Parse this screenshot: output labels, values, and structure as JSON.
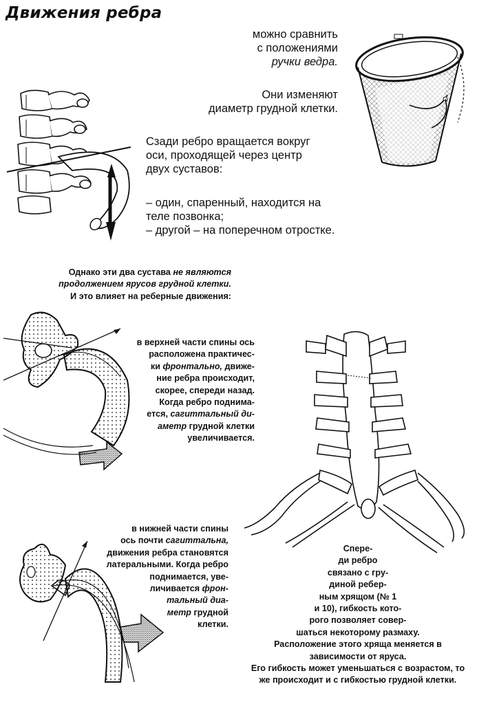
{
  "title": "Движения ребра",
  "intro": {
    "line1": "можно сравнить",
    "line2": "с положениями",
    "line3": "ручки ведра."
  },
  "change": {
    "line1": "Они изменяют",
    "line2": "диаметр грудной клетки."
  },
  "behind": {
    "line1": "Сзади ребро вращается вокруг",
    "line2": "оси, проходящей через центр",
    "line3": "двух суставов:"
  },
  "joints": {
    "line1": "– один, спаренный, находится на",
    "line2": "теле позвонка;",
    "line3": "– другой – на поперечном отростке."
  },
  "however": {
    "line1_a": "Однако эти два сустава",
    "line1_b": "не являются",
    "line2": "продолжением ярусов грудной клетки.",
    "line3": "И это влияет на реберные движения:"
  },
  "upper": {
    "l1": "в верхней части спины ось",
    "l2": "расположена практичес-",
    "l3_a": "ки",
    "l3_b": "фронтально,",
    "l3_c": "движе-",
    "l4": "ние ребра происходит,",
    "l5": "скорее, спереди назад.",
    "l6": "Когда ребро поднима-",
    "l7_a": "ется,",
    "l7_b": "сагиттальный ди-",
    "l8_a": "аметр",
    "l8_b": "грудной клетки",
    "l9": "увеличивается."
  },
  "lower": {
    "l1": "в нижней части спины",
    "l2_a": "ось почти",
    "l2_b": "сагиттальна,",
    "l3": "движения ребра становятся",
    "l4": "латеральными. Когда ребро",
    "l5": "поднимается, уве-",
    "l6_a": "личивается",
    "l6_b": "фрон-",
    "l7": "тальный диа-",
    "l8_a": "метр",
    "l8_b": "грудной",
    "l9": "клетки."
  },
  "front": {
    "l1": "Спере-",
    "l2": "ди ребро",
    "l3": "связано с гру-",
    "l4": "диной ребер-",
    "l5": "ным хрящом (№ 1",
    "l6": "и 10), гибкость кото-",
    "l7": "рого позволяет совер-",
    "l8": "шаться некоторому размаху.",
    "l9": "Расположение этого хряща меняется в",
    "l10": "зависимости от яруса.",
    "l11": "Его гибкость может уменьшаться с возрастом, то",
    "l12": "же происходит и с гибкостью грудной клетки."
  }
}
